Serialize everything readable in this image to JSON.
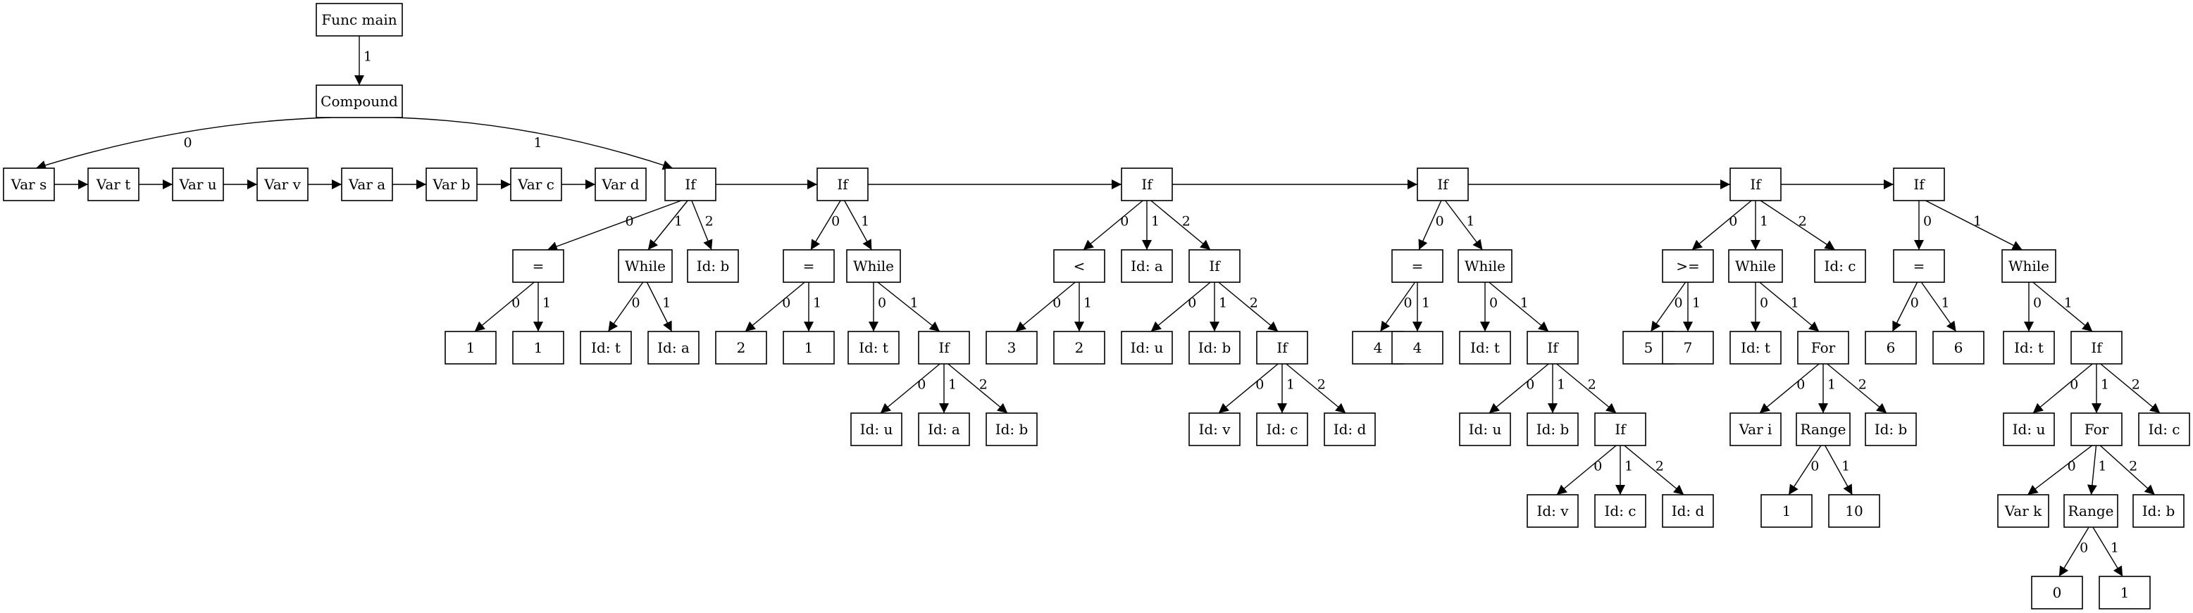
{
  "diagram": {
    "nodes": [
      {
        "id": "main",
        "label": "Func main"
      },
      {
        "id": "comp",
        "label": "Compound"
      },
      {
        "id": "vs",
        "label": "Var s"
      },
      {
        "id": "vt",
        "label": "Var t"
      },
      {
        "id": "vu",
        "label": "Var u"
      },
      {
        "id": "vv",
        "label": "Var v"
      },
      {
        "id": "va",
        "label": "Var a"
      },
      {
        "id": "vb",
        "label": "Var b"
      },
      {
        "id": "vc",
        "label": "Var c"
      },
      {
        "id": "vd",
        "label": "Var d"
      },
      {
        "id": "if1",
        "label": "If"
      },
      {
        "id": "if1_eq",
        "label": "="
      },
      {
        "id": "if1_eq_l",
        "label": "1"
      },
      {
        "id": "if1_eq_r",
        "label": "1"
      },
      {
        "id": "if1_wh",
        "label": "While"
      },
      {
        "id": "if1_wh_t",
        "label": "Id: t"
      },
      {
        "id": "if1_wh_a",
        "label": "Id: a"
      },
      {
        "id": "if1_b",
        "label": "Id: b"
      },
      {
        "id": "if2",
        "label": "If"
      },
      {
        "id": "if2_eq",
        "label": "="
      },
      {
        "id": "if2_eq_l",
        "label": "2"
      },
      {
        "id": "if2_eq_r",
        "label": "1"
      },
      {
        "id": "if2_wh",
        "label": "While"
      },
      {
        "id": "if2_wh_t",
        "label": "Id: t"
      },
      {
        "id": "if2_wh_if",
        "label": "If"
      },
      {
        "id": "if2_wh_if_u",
        "label": "Id: u"
      },
      {
        "id": "if2_wh_if_a",
        "label": "Id: a"
      },
      {
        "id": "if2_wh_if_b",
        "label": "Id: b"
      },
      {
        "id": "if3",
        "label": "If"
      },
      {
        "id": "if3_lt",
        "label": "<"
      },
      {
        "id": "if3_lt_l",
        "label": "3"
      },
      {
        "id": "if3_lt_r",
        "label": "2"
      },
      {
        "id": "if3_a",
        "label": "Id: a"
      },
      {
        "id": "if3_if",
        "label": "If"
      },
      {
        "id": "if3_if_u",
        "label": "Id: u"
      },
      {
        "id": "if3_if_b",
        "label": "Id: b"
      },
      {
        "id": "if3_if_if",
        "label": "If"
      },
      {
        "id": "if3_if_if_v",
        "label": "Id: v"
      },
      {
        "id": "if3_if_if_c",
        "label": "Id: c"
      },
      {
        "id": "if3_if_if_d",
        "label": "Id: d"
      },
      {
        "id": "if4",
        "label": "If"
      },
      {
        "id": "if4_eq",
        "label": "="
      },
      {
        "id": "if4_eq_l",
        "label": "4"
      },
      {
        "id": "if4_eq_r",
        "label": "4"
      },
      {
        "id": "if4_wh",
        "label": "While"
      },
      {
        "id": "if4_wh_t",
        "label": "Id: t"
      },
      {
        "id": "if4_wh_if",
        "label": "If"
      },
      {
        "id": "if4_wh_if_u",
        "label": "Id: u"
      },
      {
        "id": "if4_wh_if_b",
        "label": "Id: b"
      },
      {
        "id": "if4_wh_if_if",
        "label": "If"
      },
      {
        "id": "if4_wh_if_if_v",
        "label": "Id: v"
      },
      {
        "id": "if4_wh_if_if_c",
        "label": "Id: c"
      },
      {
        "id": "if4_wh_if_if_d",
        "label": "Id: d"
      },
      {
        "id": "if5",
        "label": "If"
      },
      {
        "id": "if5_ge",
        "label": ">="
      },
      {
        "id": "if5_ge_l",
        "label": "5"
      },
      {
        "id": "if5_ge_r",
        "label": "7"
      },
      {
        "id": "if5_wh",
        "label": "While"
      },
      {
        "id": "if5_wh_t",
        "label": "Id: t"
      },
      {
        "id": "if5_wh_for",
        "label": "For"
      },
      {
        "id": "if5_for_i",
        "label": "Var i"
      },
      {
        "id": "if5_for_range",
        "label": "Range"
      },
      {
        "id": "if5_range_l",
        "label": "1"
      },
      {
        "id": "if5_range_r",
        "label": "10"
      },
      {
        "id": "if5_for_b",
        "label": "Id: b"
      },
      {
        "id": "if5_c",
        "label": "Id: c"
      },
      {
        "id": "if6",
        "label": "If"
      },
      {
        "id": "if6_eq",
        "label": "="
      },
      {
        "id": "if6_eq_l",
        "label": "6"
      },
      {
        "id": "if6_eq_r",
        "label": "6"
      },
      {
        "id": "if6_wh",
        "label": "While"
      },
      {
        "id": "if6_wh_t",
        "label": "Id: t"
      },
      {
        "id": "if6_wh_if",
        "label": "If"
      },
      {
        "id": "if6_wh_if_u",
        "label": "Id: u"
      },
      {
        "id": "if6_wh_if_for",
        "label": "For"
      },
      {
        "id": "if6_for_k",
        "label": "Var k"
      },
      {
        "id": "if6_for_range",
        "label": "Range"
      },
      {
        "id": "if6_range_l",
        "label": "0"
      },
      {
        "id": "if6_range_r",
        "label": "1"
      },
      {
        "id": "if6_for_b",
        "label": "Id: b"
      },
      {
        "id": "if6_wh_if_c",
        "label": "Id: c"
      }
    ],
    "edges": [
      {
        "from": "main",
        "to": "comp",
        "label": "1"
      },
      {
        "from": "comp",
        "to": "vs",
        "label": "0"
      },
      {
        "from": "comp",
        "to": "if1",
        "label": "1"
      },
      {
        "from": "vs",
        "to": "vt",
        "label": ""
      },
      {
        "from": "vt",
        "to": "vu",
        "label": ""
      },
      {
        "from": "vu",
        "to": "vv",
        "label": ""
      },
      {
        "from": "vv",
        "to": "va",
        "label": ""
      },
      {
        "from": "va",
        "to": "vb",
        "label": ""
      },
      {
        "from": "vb",
        "to": "vc",
        "label": ""
      },
      {
        "from": "vc",
        "to": "vd",
        "label": ""
      },
      {
        "from": "if1",
        "to": "if2",
        "label": ""
      },
      {
        "from": "if2",
        "to": "if3",
        "label": ""
      },
      {
        "from": "if3",
        "to": "if4",
        "label": ""
      },
      {
        "from": "if4",
        "to": "if5",
        "label": ""
      },
      {
        "from": "if5",
        "to": "if6",
        "label": ""
      },
      {
        "from": "if1",
        "to": "if1_eq",
        "label": "0"
      },
      {
        "from": "if1",
        "to": "if1_wh",
        "label": "1"
      },
      {
        "from": "if1",
        "to": "if1_b",
        "label": "2"
      },
      {
        "from": "if1_eq",
        "to": "if1_eq_l",
        "label": "0"
      },
      {
        "from": "if1_eq",
        "to": "if1_eq_r",
        "label": "1"
      },
      {
        "from": "if1_wh",
        "to": "if1_wh_t",
        "label": "0"
      },
      {
        "from": "if1_wh",
        "to": "if1_wh_a",
        "label": "1"
      },
      {
        "from": "if2",
        "to": "if2_eq",
        "label": "0"
      },
      {
        "from": "if2",
        "to": "if2_wh",
        "label": "1"
      },
      {
        "from": "if2_eq",
        "to": "if2_eq_l",
        "label": "0"
      },
      {
        "from": "if2_eq",
        "to": "if2_eq_r",
        "label": "1"
      },
      {
        "from": "if2_wh",
        "to": "if2_wh_t",
        "label": "0"
      },
      {
        "from": "if2_wh",
        "to": "if2_wh_if",
        "label": "1"
      },
      {
        "from": "if2_wh_if",
        "to": "if2_wh_if_u",
        "label": "0"
      },
      {
        "from": "if2_wh_if",
        "to": "if2_wh_if_a",
        "label": "1"
      },
      {
        "from": "if2_wh_if",
        "to": "if2_wh_if_b",
        "label": "2"
      },
      {
        "from": "if3",
        "to": "if3_lt",
        "label": "0"
      },
      {
        "from": "if3",
        "to": "if3_a",
        "label": "1"
      },
      {
        "from": "if3",
        "to": "if3_if",
        "label": "2"
      },
      {
        "from": "if3_lt",
        "to": "if3_lt_l",
        "label": "0"
      },
      {
        "from": "if3_lt",
        "to": "if3_lt_r",
        "label": "1"
      },
      {
        "from": "if3_if",
        "to": "if3_if_u",
        "label": "0"
      },
      {
        "from": "if3_if",
        "to": "if3_if_b",
        "label": "1"
      },
      {
        "from": "if3_if",
        "to": "if3_if_if",
        "label": "2"
      },
      {
        "from": "if3_if_if",
        "to": "if3_if_if_v",
        "label": "0"
      },
      {
        "from": "if3_if_if",
        "to": "if3_if_if_c",
        "label": "1"
      },
      {
        "from": "if3_if_if",
        "to": "if3_if_if_d",
        "label": "2"
      },
      {
        "from": "if4",
        "to": "if4_eq",
        "label": "0"
      },
      {
        "from": "if4",
        "to": "if4_wh",
        "label": "1"
      },
      {
        "from": "if4_eq",
        "to": "if4_eq_l",
        "label": "0"
      },
      {
        "from": "if4_eq",
        "to": "if4_eq_r",
        "label": "1"
      },
      {
        "from": "if4_wh",
        "to": "if4_wh_t",
        "label": "0"
      },
      {
        "from": "if4_wh",
        "to": "if4_wh_if",
        "label": "1"
      },
      {
        "from": "if4_wh_if",
        "to": "if4_wh_if_u",
        "label": "0"
      },
      {
        "from": "if4_wh_if",
        "to": "if4_wh_if_b",
        "label": "1"
      },
      {
        "from": "if4_wh_if",
        "to": "if4_wh_if_if",
        "label": "2"
      },
      {
        "from": "if4_wh_if_if",
        "to": "if4_wh_if_if_v",
        "label": "0"
      },
      {
        "from": "if4_wh_if_if",
        "to": "if4_wh_if_if_c",
        "label": "1"
      },
      {
        "from": "if4_wh_if_if",
        "to": "if4_wh_if_if_d",
        "label": "2"
      },
      {
        "from": "if5",
        "to": "if5_ge",
        "label": "0"
      },
      {
        "from": "if5",
        "to": "if5_wh",
        "label": "1"
      },
      {
        "from": "if5",
        "to": "if5_c",
        "label": "2"
      },
      {
        "from": "if5_ge",
        "to": "if5_ge_l",
        "label": "0"
      },
      {
        "from": "if5_ge",
        "to": "if5_ge_r",
        "label": "1"
      },
      {
        "from": "if5_wh",
        "to": "if5_wh_t",
        "label": "0"
      },
      {
        "from": "if5_wh",
        "to": "if5_wh_for",
        "label": "1"
      },
      {
        "from": "if5_wh_for",
        "to": "if5_for_i",
        "label": "0"
      },
      {
        "from": "if5_wh_for",
        "to": "if5_for_range",
        "label": "1"
      },
      {
        "from": "if5_wh_for",
        "to": "if5_for_b",
        "label": "2"
      },
      {
        "from": "if5_for_range",
        "to": "if5_range_l",
        "label": "0"
      },
      {
        "from": "if5_for_range",
        "to": "if5_range_r",
        "label": "1"
      },
      {
        "from": "if6",
        "to": "if6_eq",
        "label": "0"
      },
      {
        "from": "if6",
        "to": "if6_wh",
        "label": "1"
      },
      {
        "from": "if6_eq",
        "to": "if6_eq_l",
        "label": "0"
      },
      {
        "from": "if6_eq",
        "to": "if6_eq_r",
        "label": "1"
      },
      {
        "from": "if6_wh",
        "to": "if6_wh_t",
        "label": "0"
      },
      {
        "from": "if6_wh",
        "to": "if6_wh_if",
        "label": "1"
      },
      {
        "from": "if6_wh_if",
        "to": "if6_wh_if_u",
        "label": "0"
      },
      {
        "from": "if6_wh_if",
        "to": "if6_wh_if_for",
        "label": "1"
      },
      {
        "from": "if6_wh_if",
        "to": "if6_wh_if_c",
        "label": "2"
      },
      {
        "from": "if6_wh_if_for",
        "to": "if6_for_k",
        "label": "0"
      },
      {
        "from": "if6_wh_if_for",
        "to": "if6_for_range",
        "label": "1"
      },
      {
        "from": "if6_wh_if_for",
        "to": "if6_for_b",
        "label": "2"
      },
      {
        "from": "if6_for_range",
        "to": "if6_range_l",
        "label": "0"
      },
      {
        "from": "if6_for_range",
        "to": "if6_range_r",
        "label": "1"
      }
    ]
  }
}
